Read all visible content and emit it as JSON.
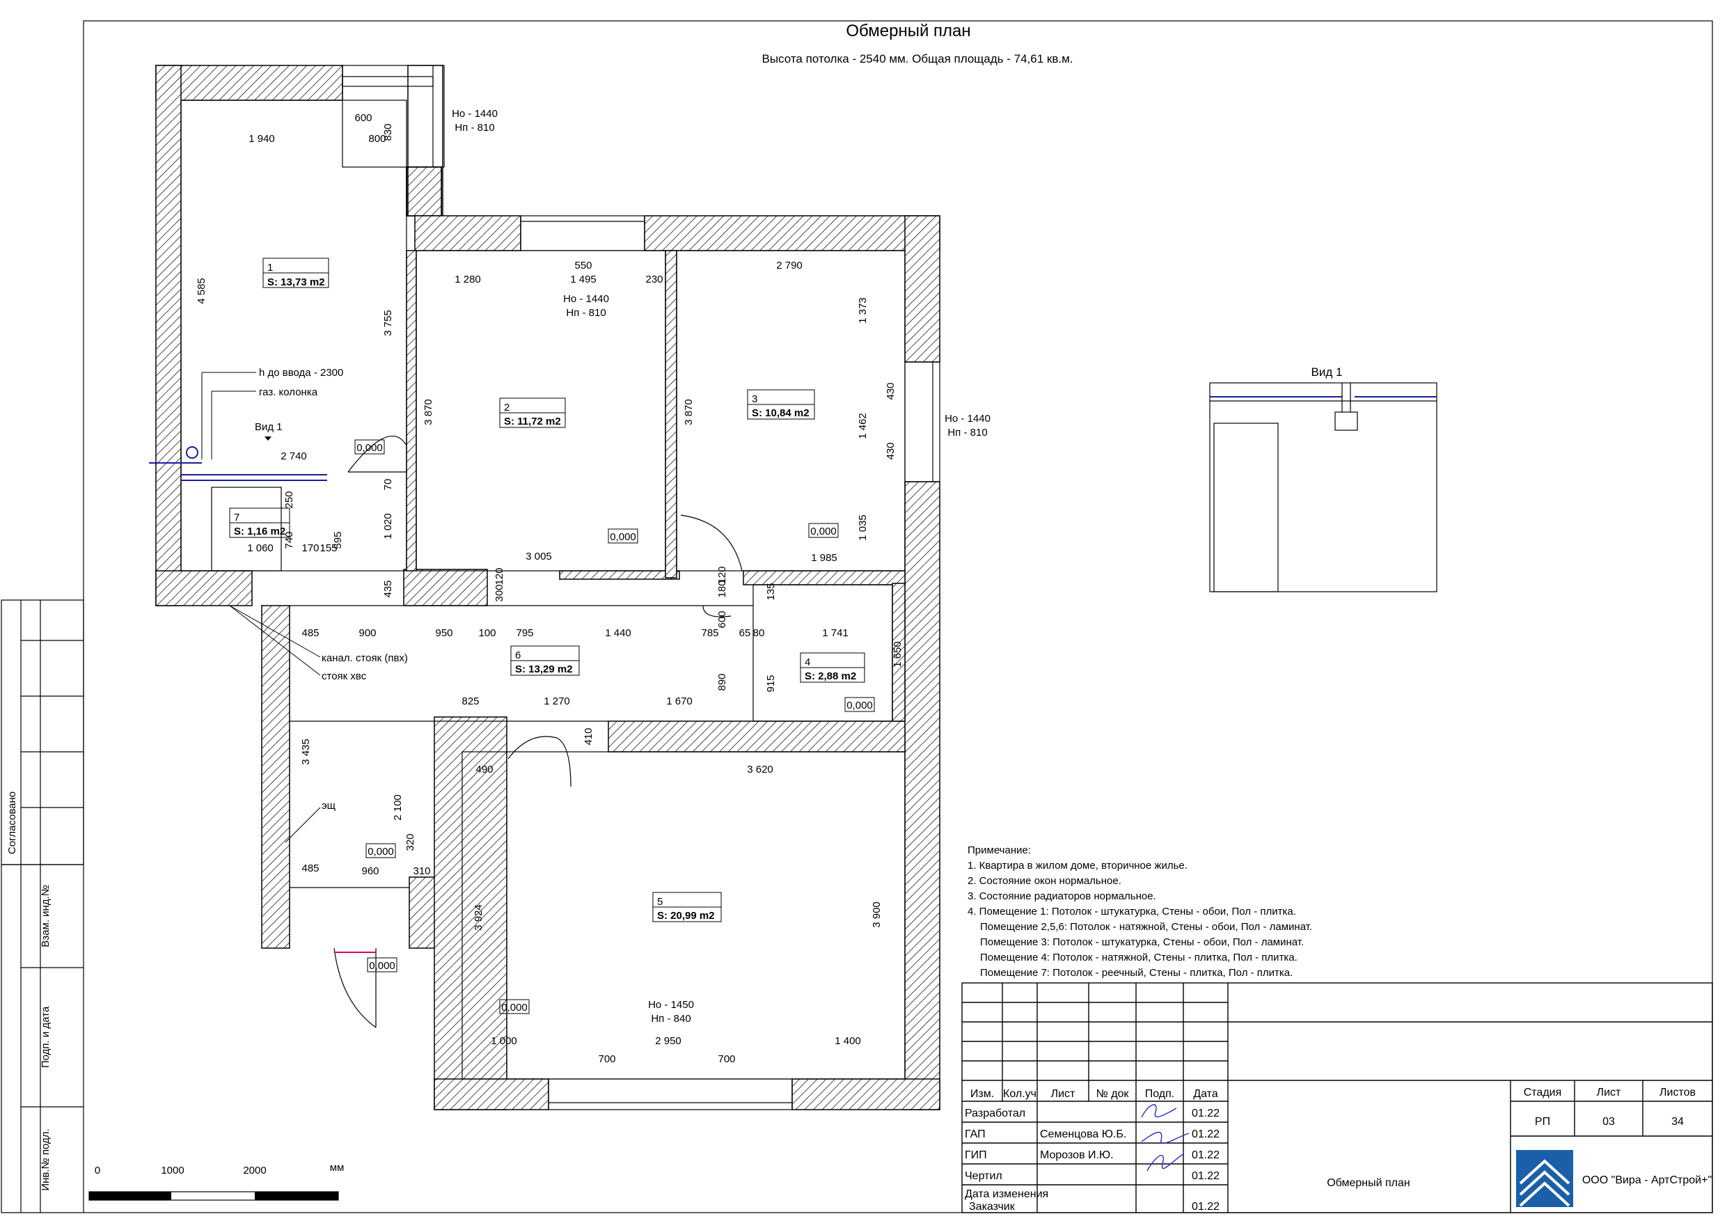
{
  "title": "Обмерный план",
  "subtitle": "Высота потолка - 2540 мм. Общая площадь - 74,61 кв.м.",
  "rooms": [
    {
      "num": "1",
      "area": "S: 13,73 m2"
    },
    {
      "num": "2",
      "area": "S: 11,72 m2"
    },
    {
      "num": "3",
      "area": "S: 10,84 m2"
    },
    {
      "num": "4",
      "area": "S: 2,88 m2"
    },
    {
      "num": "5",
      "area": "S: 20,99 m2"
    },
    {
      "num": "6",
      "area": "S: 13,29 m2"
    },
    {
      "num": "7",
      "area": "S: 1,16 m2"
    }
  ],
  "window_notes": {
    "w1": [
      "Но - 1440",
      "Нп - 810"
    ],
    "w2": [
      "Но - 1440",
      "Нп - 810"
    ],
    "w3": [
      "Но - 1440",
      "Нп - 810"
    ],
    "w5": [
      "Но - 1450",
      "Нп - 840"
    ]
  },
  "levels": [
    "0,000",
    "0,000",
    "0,000",
    "0,000",
    "0,000",
    "0,000",
    "0,000"
  ],
  "dimensions": {
    "d1": "1 940",
    "d2": "800",
    "d3": "600",
    "d4": "830",
    "d5": "4 585",
    "d6": "3 755",
    "d7": "1 280",
    "d8": "550",
    "d9": "1 495",
    "d10": "230",
    "d11": "2 790",
    "d12": "3 870",
    "d13": "3 870",
    "d14": "1 373",
    "d15": "430",
    "d16": "1 462",
    "d17": "430",
    "d18": "1 035",
    "d19": "2 740",
    "d20": "70",
    "d21": "1 020",
    "d22": "435",
    "d23": "250",
    "d24": "1 060",
    "d25": "740",
    "d26": "170",
    "d27": "155",
    "d28": "595",
    "d29": "3 005",
    "d30": "1 985",
    "d31": "300",
    "d32": "120",
    "d33": "180",
    "d34": "120",
    "d35": "135",
    "d36": "485",
    "d37": "900",
    "d38": "950",
    "d39": "100",
    "d40": "795",
    "d41": "1 440",
    "d42": "785",
    "d43": "600",
    "d44": "65",
    "d45": "80",
    "d46": "1 741",
    "d47": "1 650",
    "d48": "890",
    "d49": "915",
    "d50": "825",
    "d51": "1 270",
    "d52": "1 670",
    "d53": "410",
    "d54": "490",
    "d55": "3 620",
    "d56": "3 435",
    "d57": "2 100",
    "d58": "320",
    "d59": "485",
    "d60": "960",
    "d61": "310",
    "d62": "3 924",
    "d63": "3 900",
    "d64": "1 000",
    "d65": "2 950",
    "d66": "1 400",
    "d67": "700",
    "d68": "700"
  },
  "callouts": {
    "h_entry": "h до ввода - 2300",
    "gas": "газ. колонка",
    "view_mark": "Вид 1",
    "sewer": "канал. стояк (пвх)",
    "cold_water": "стояк хвс",
    "panel": "эщ"
  },
  "view_title": "Вид 1",
  "notes": {
    "heading": "Примечание:",
    "lines": [
      "1. Квартира в жилом доме, вторичное жилье.",
      "2. Состояние окон нормальное.",
      "3. Состояние радиаторов нормальное.",
      "4. Помещение 1: Потолок - штукатурка, Стены - обои, Пол - плитка.",
      "Помещение 2,5,6: Потолок - натяжной, Стены - обои, Пол - ламинат.",
      "Помещение 3: Потолок - штукатурка, Стены - обои, Пол - ламинат.",
      "Помещение 4: Потолок - натяжной, Стены - плитка, Пол - плитка.",
      "Помещение 7: Потолок - реечный, Стены - плитка, Пол - плитка."
    ]
  },
  "scale": {
    "labels": [
      "0",
      "1000",
      "2000"
    ],
    "unit": "мм"
  },
  "side_stamp": [
    "Согласовано",
    "Взам. инд.№",
    "Подп. и дата",
    "Инв.№ подл."
  ],
  "title_block": {
    "headers": [
      "Изм.",
      "Кол.уч",
      "Лист",
      "№ док",
      "Подп.",
      "Дата"
    ],
    "rows": [
      {
        "role": "Разработал",
        "name": "",
        "date": "01.22"
      },
      {
        "role": "ГАП",
        "name": "Семенцова Ю.Б.",
        "date": "01.22"
      },
      {
        "role": "ГИП",
        "name": "Морозов И.Ю.",
        "date": "01.22"
      },
      {
        "role": "Чертил",
        "name": "",
        "date": "01.22"
      },
      {
        "role": "Дата изменения",
        "name": "",
        "date": ""
      },
      {
        "role": "Заказчик",
        "name": "",
        "date": "01.22"
      }
    ],
    "sheet_name": "Обмерный план",
    "stage_header": "Стадия",
    "sheet_header": "Лист",
    "sheets_header": "Листов",
    "stage": "РП",
    "sheet": "03",
    "sheets": "34",
    "company": "ООО \"Вира - АртСтрой+\""
  },
  "colors": {
    "line": "#000000",
    "pipe": "#1a1aa0",
    "door_mark": "#e0006a"
  }
}
